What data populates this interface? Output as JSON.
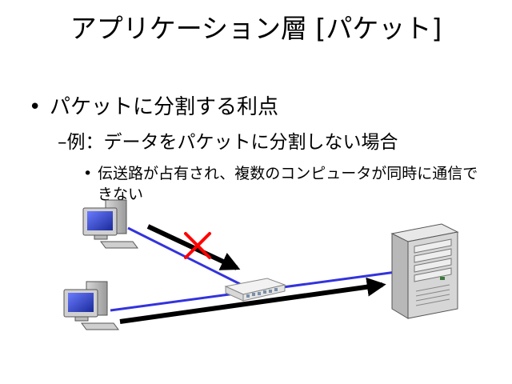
{
  "slide": {
    "title": "アプリケーション層 [パケット]",
    "bullet_level1": "パケットに分割する利点",
    "bullet_level2": "–例：データをパケットに分割しない場合",
    "bullet_level3": "伝送路が占有され、複数のコンピュータが同時に通信できない",
    "bullet_marker_1": "•",
    "bullet_marker_3": "•"
  },
  "diagram": {
    "link_color": "#3333dd",
    "arrow_color": "#000000",
    "blocked_mark_color": "#ff0000",
    "nodes": [
      "computer-icon",
      "computer-icon",
      "network-switch-icon",
      "server-icon"
    ]
  }
}
